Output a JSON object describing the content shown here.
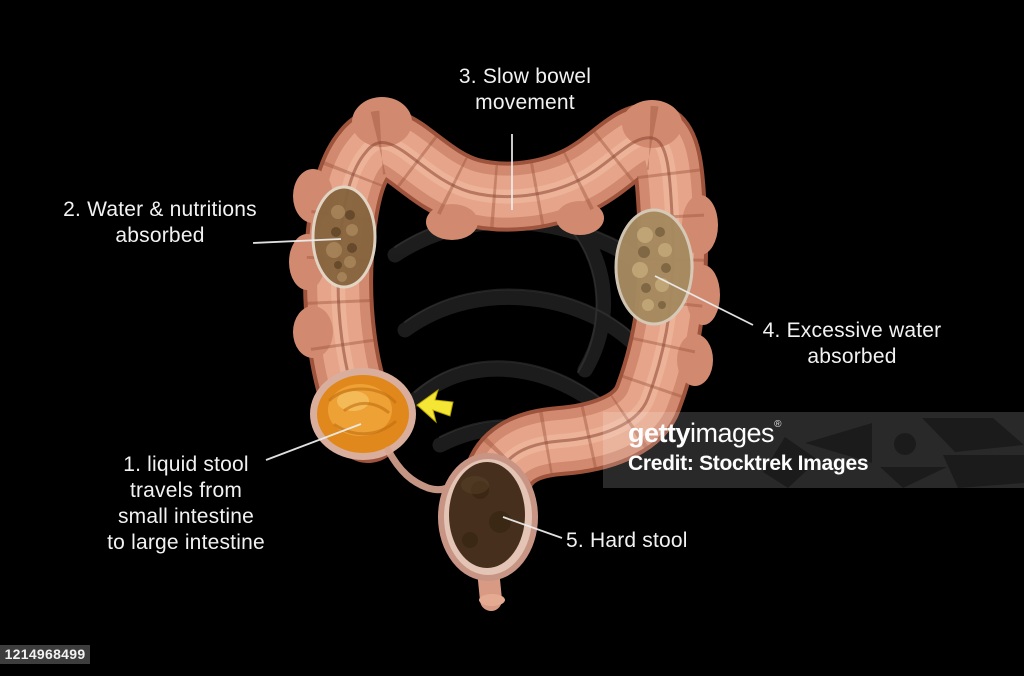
{
  "figure": {
    "description": "3D medical illustration of constipation process in the large intestine",
    "labels": {
      "step1": "1. liquid stool\ntravels from\nsmall intestine\nto large intestine",
      "step2": "2. Water & nutritions\nabsorbed",
      "step3": "3. Slow bowel\nmovement",
      "step4": "4. Excessive water\nabsorbed",
      "step5": "5. Hard stool"
    }
  },
  "watermark": {
    "brand_bold": "getty",
    "brand_regular": "images",
    "registered_mark": "®",
    "credit": "Credit: Stocktrek Images",
    "image_id": "1214968499"
  },
  "icons": {
    "flow_arrow": "yellow-left-arrow-icon"
  },
  "colors": {
    "background": "#000000",
    "colon_base": "#d18a6f",
    "colon_rim": "#a5573f",
    "colon_highlight": "#f3c2a8",
    "liquid_stool_orange": "#e0881c",
    "ascending_stool_brown": "#86643e",
    "descending_stool_tan": "#a78a60",
    "hard_stool_dark": "#46301d",
    "arrow_yellow": "#f5e636",
    "label_text": "#f2f2f2",
    "watermark_bar": "#3e3e3e",
    "id_bar": "#3d3d3d"
  }
}
